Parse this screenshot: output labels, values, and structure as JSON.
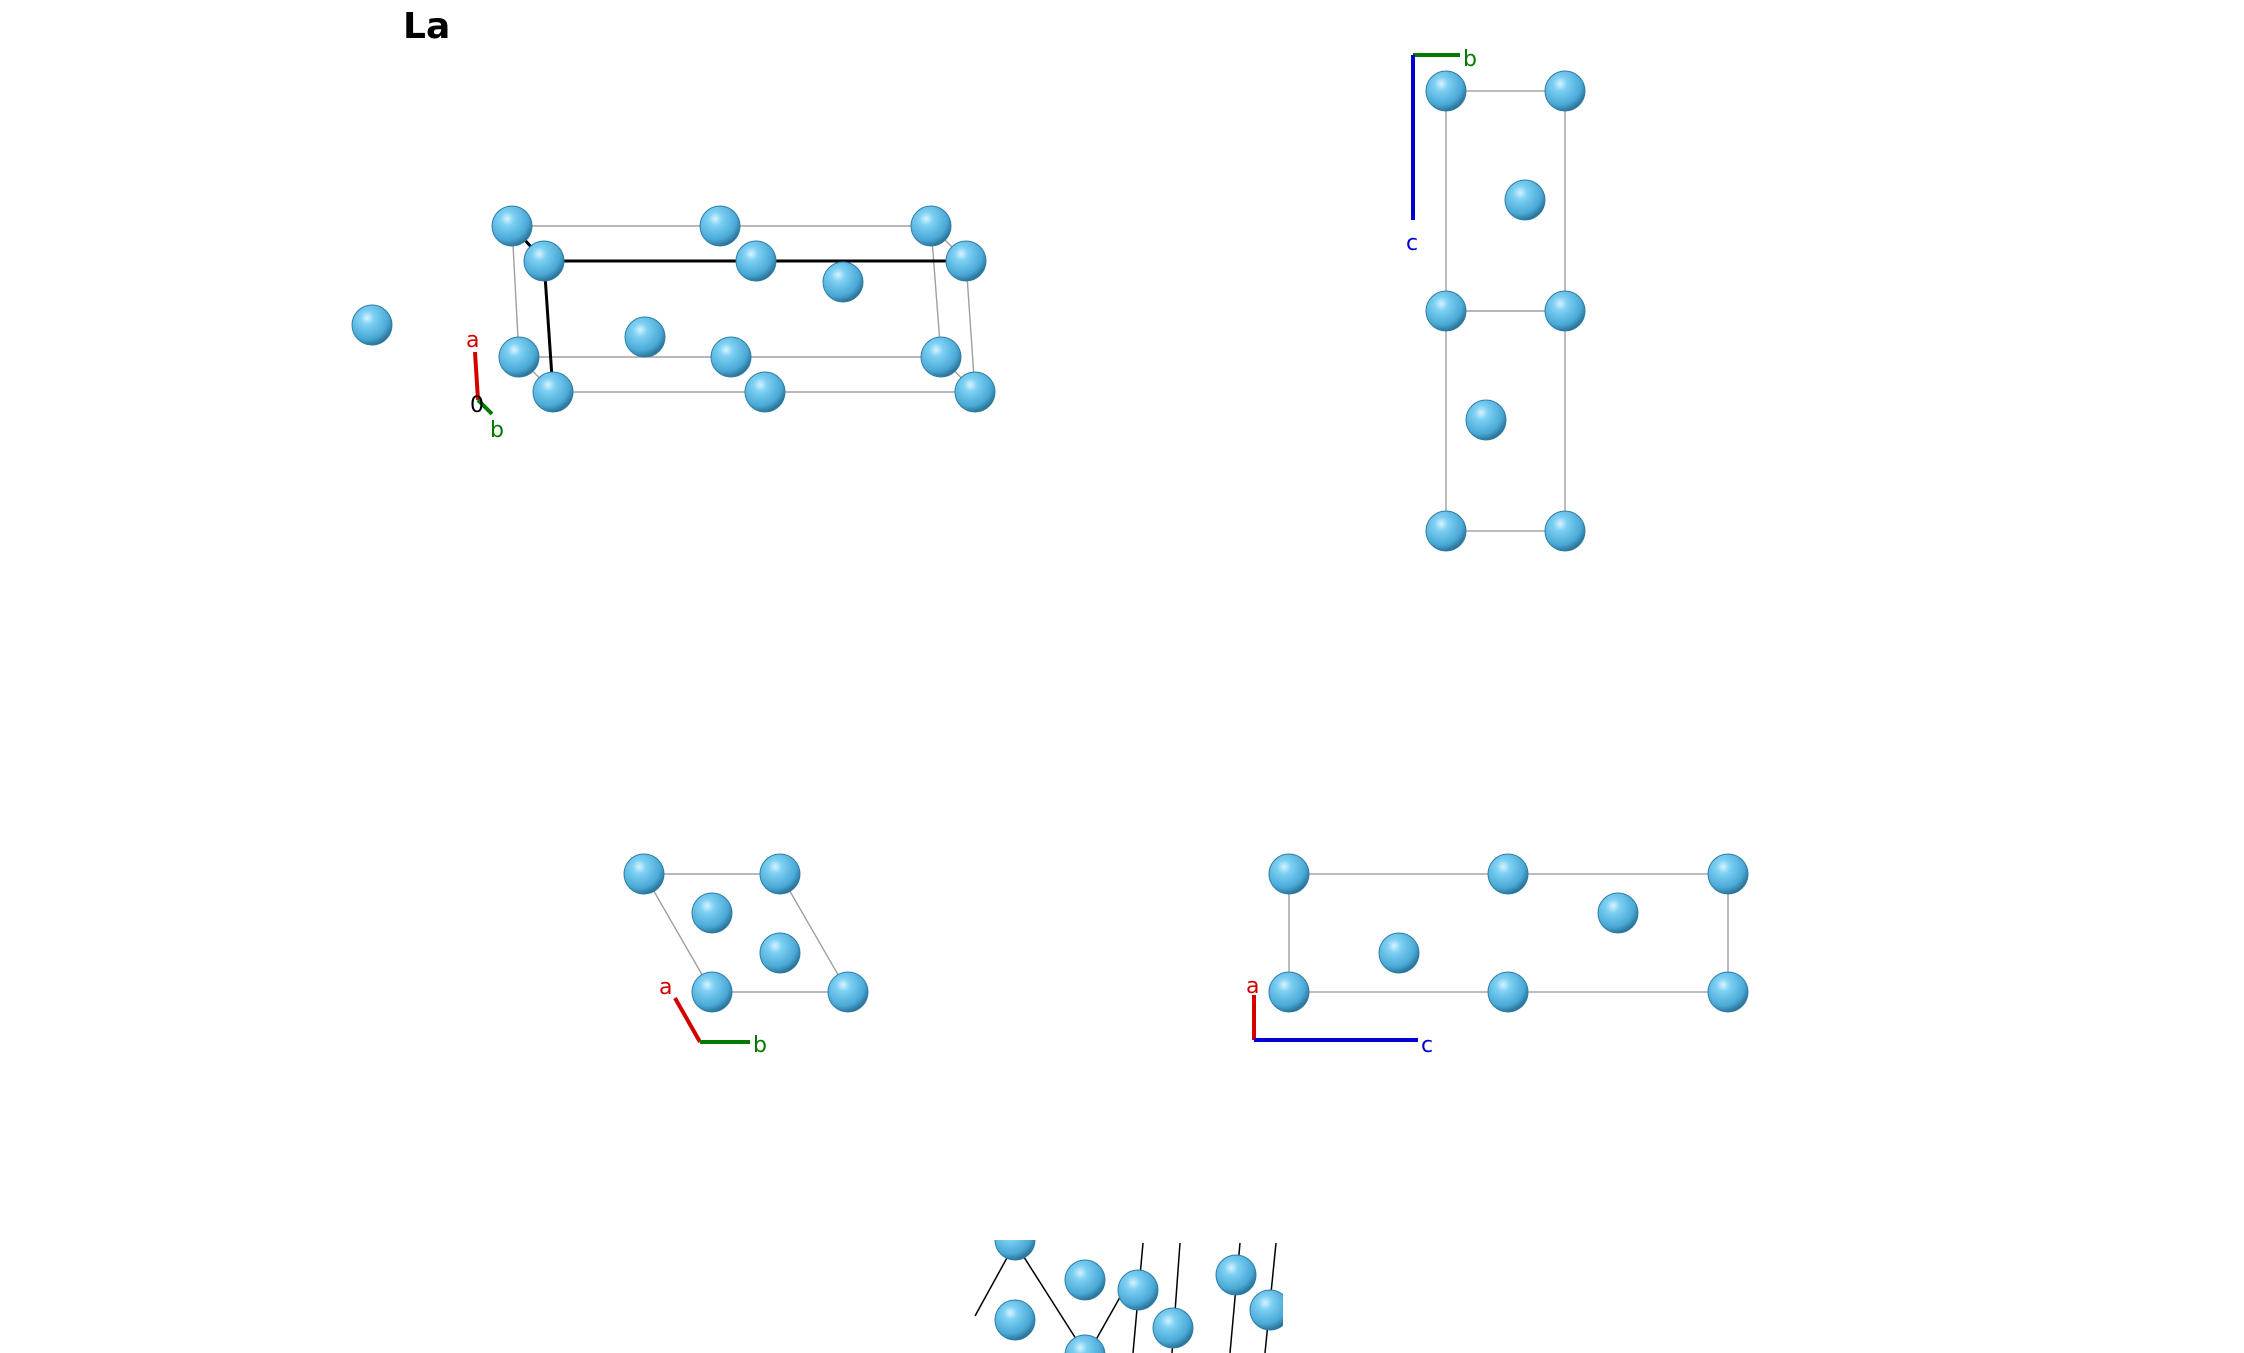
{
  "title": "La",
  "element": "La",
  "atom_color": "#5bbde8",
  "views": [
    {
      "id": "perspective",
      "axes": [
        {
          "label": "a",
          "color": "#d40000"
        },
        {
          "label": "b",
          "color": "#007a00"
        },
        {
          "label": "0",
          "color": "#000000"
        }
      ]
    },
    {
      "id": "along-a",
      "axes": [
        {
          "label": "b",
          "color": "#007a00"
        },
        {
          "label": "c",
          "color": "#0000cc"
        }
      ]
    },
    {
      "id": "along-c",
      "axes": [
        {
          "label": "a",
          "color": "#d40000"
        },
        {
          "label": "b",
          "color": "#007a00"
        }
      ]
    },
    {
      "id": "along-b",
      "axes": [
        {
          "label": "a",
          "color": "#d40000"
        },
        {
          "label": "c",
          "color": "#0000cc"
        }
      ]
    },
    {
      "id": "extended",
      "axes": []
    }
  ]
}
